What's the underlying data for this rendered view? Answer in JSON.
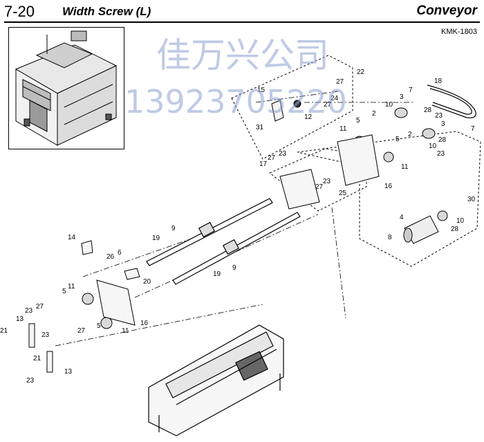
{
  "header": {
    "section_number": "7-20",
    "title": "Width Screw (L)",
    "section": "Conveyor"
  },
  "part_code": "KMK-1803",
  "watermark": {
    "company": "佳万兴公司",
    "phone": "13923705220",
    "color": "#8a9fd0"
  },
  "callouts": {
    "c22": "22",
    "c27a": "27",
    "c15": "15",
    "c24": "24",
    "c27b": "27",
    "c12": "12",
    "c31": "31",
    "c18": "18",
    "c7a": "7",
    "c3a": "3",
    "c10a": "10",
    "c28a": "28",
    "c2a": "2",
    "c23a": "23",
    "c3b": "3",
    "c7b": "7",
    "c2b": "2",
    "c28b": "28",
    "c10b": "10",
    "c23b": "23",
    "c11a": "11",
    "c5a": "5",
    "c5b": "5",
    "c11b": "11",
    "c16a": "16",
    "c27c": "27",
    "c23c": "23",
    "c17": "17",
    "c23d": "23",
    "c27d": "27",
    "c25": "25",
    "c30": "30",
    "c4": "4",
    "c10c": "10",
    "c28c": "28",
    "c8": "8",
    "c14": "14",
    "c9a": "9",
    "c19a": "19",
    "c6": "6",
    "c26": "26",
    "c20": "20",
    "c9b": "9",
    "c19b": "19",
    "c5c": "5",
    "c11c": "11",
    "c23e": "23",
    "c27e": "27",
    "c13a": "13",
    "c16b": "16",
    "c21a": "21",
    "c23f": "23",
    "c27f": "27",
    "c5d": "5",
    "c11d": "11",
    "c21b": "21",
    "c23g": "23",
    "c13b": "13"
  }
}
